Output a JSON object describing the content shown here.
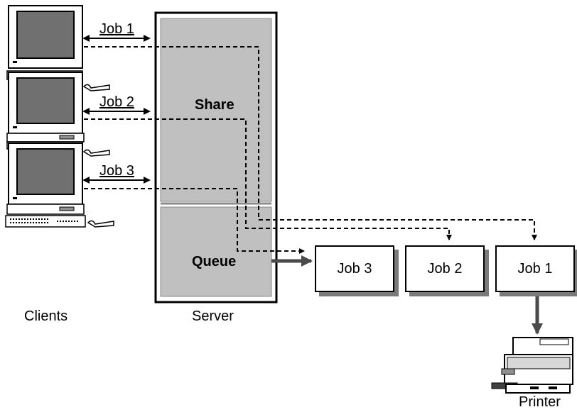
{
  "labels": {
    "clients": "Clients",
    "server": "Server",
    "printer": "Printer",
    "share": "Share",
    "queue": "Queue"
  },
  "client_jobs": [
    "Job 1",
    "Job 2",
    "Job 3"
  ],
  "queue_boxes": [
    "Job 3",
    "Job 2",
    "Job 1"
  ],
  "colors": {
    "server_fill": "#c0c0c0",
    "screen_fill": "#707070",
    "box_shadow": "#7a7a7a",
    "line": "#000000"
  }
}
